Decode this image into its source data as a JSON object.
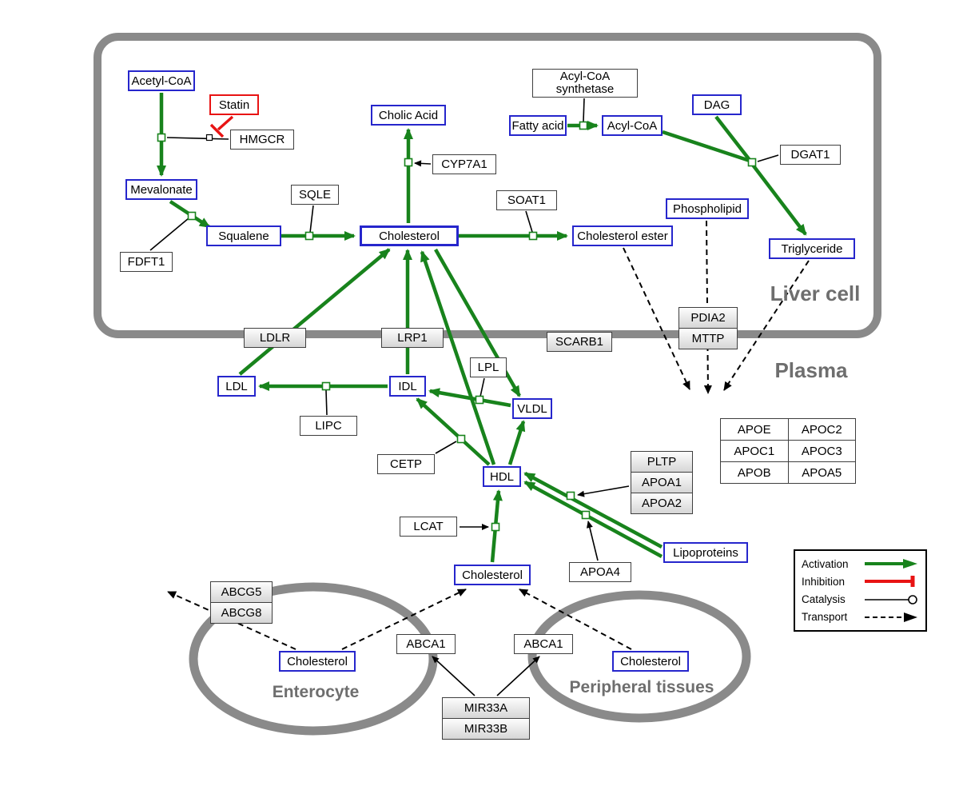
{
  "compartments": {
    "liver": "Liver cell",
    "plasma": "Plasma",
    "enterocyte": "Enterocyte",
    "peripheral": "Peripheral tissues"
  },
  "nodes": {
    "acetyl_coa": "Acetyl-CoA",
    "statin": "Statin",
    "hmgcr": "HMGCR",
    "mevalonate": "Mevalonate",
    "fdft1": "FDFT1",
    "squalene": "Squalene",
    "sqle": "SQLE",
    "cholesterol_liver": "Cholesterol",
    "cholic_acid": "Cholic Acid",
    "cyp7a1": "CYP7A1",
    "soat1": "SOAT1",
    "cholesterol_ester": "Cholesterol ester",
    "fatty_acid": "Fatty acid",
    "acyl_coa_synthetase": {
      "line1": "Acyl-CoA",
      "line2": "synthetase"
    },
    "acyl_coa": "Acyl-CoA",
    "dag": "DAG",
    "dgat1": "DGAT1",
    "phospholipid": "Phospholipid",
    "triglyceride": "Triglyceride",
    "pdia2_mttp": [
      "PDIA2",
      "MTTP"
    ],
    "ldlr": "LDLR",
    "lrp1": "LRP1",
    "scarb1": "SCARB1",
    "ldl": "LDL",
    "idl": "IDL",
    "lipc": "LIPC",
    "lpl": "LPL",
    "vldl": "VLDL",
    "cetp": "CETP",
    "hdl": "HDL",
    "lcat": "LCAT",
    "apoa4": "APOA4",
    "pltp_group": [
      "PLTP",
      "APOA1",
      "APOA2"
    ],
    "apo_table": [
      [
        "APOE",
        "APOC2"
      ],
      [
        "APOC1",
        "APOC3"
      ],
      [
        "APOB",
        "APOA5"
      ]
    ],
    "lipoproteins": "Lipoproteins",
    "cholesterol_plasma": "Cholesterol",
    "abcg_group": [
      "ABCG5",
      "ABCG8"
    ],
    "cholesterol_enterocyte": "Cholesterol",
    "abca1_left": "ABCA1",
    "abca1_right": "ABCA1",
    "cholesterol_peripheral": "Cholesterol",
    "mir33_group": [
      "MIR33A",
      "MIR33B"
    ]
  },
  "legend": {
    "activation": "Activation",
    "inhibition": "Inhibition",
    "catalysis": "Catalysis",
    "transport": "Transport"
  },
  "colors": {
    "activation_green": "#18831c",
    "inhibition_red": "#e81313",
    "metabolite_border_blue": "#2626cc",
    "compartment_gray": "#8a8a8a"
  }
}
